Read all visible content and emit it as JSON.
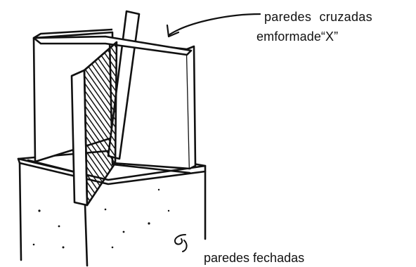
{
  "annotations": {
    "crossed_walls": {
      "line1": "paredes cruzadas",
      "line2": "emformade“X”"
    },
    "closed_walls": {
      "line1": "paredes fechadas"
    }
  },
  "colors": {
    "ink": "#111111",
    "paper": "#ffffff"
  }
}
